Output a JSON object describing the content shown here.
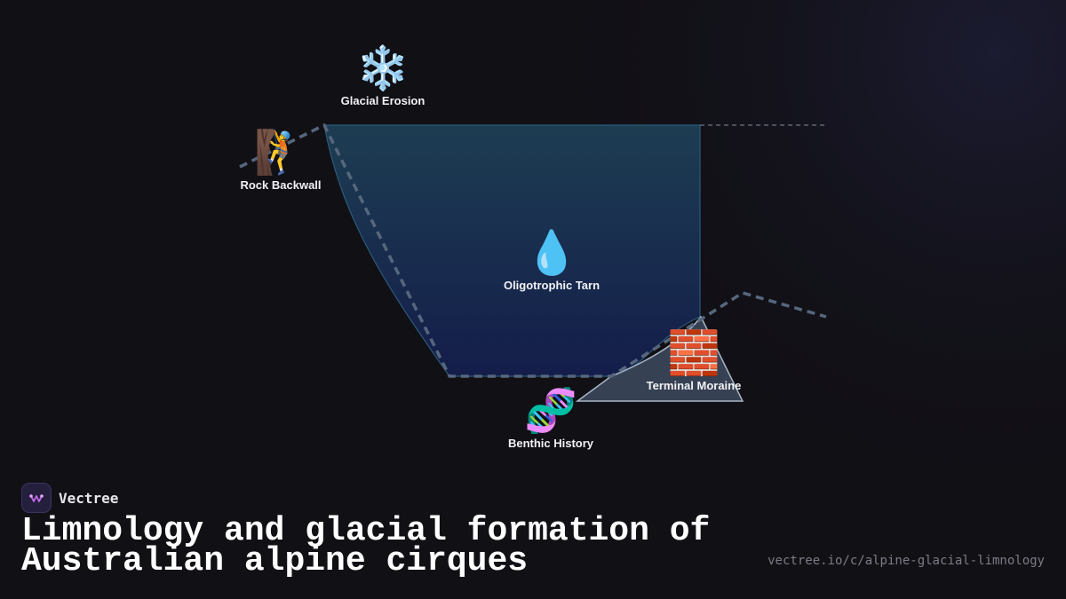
{
  "diagram": {
    "nodes": [
      {
        "id": "glacial-erosion",
        "icon": "snowflake-icon",
        "glyph": "❄️",
        "label": "Glacial Erosion"
      },
      {
        "id": "rock-backwall",
        "icon": "rock-climber-icon",
        "glyph": "🧗",
        "label": "Rock Backwall"
      },
      {
        "id": "oligotrophic-tarn",
        "icon": "droplet-icon",
        "glyph": "💧",
        "label": "Oligotrophic Tarn"
      },
      {
        "id": "terminal-moraine",
        "icon": "brick-icon",
        "glyph": "🧱",
        "label": "Terminal Moraine"
      },
      {
        "id": "benthic-history",
        "icon": "dna-icon",
        "glyph": "🧬",
        "label": "Benthic History"
      }
    ],
    "colors": {
      "tarn_top": "#1d3d52",
      "tarn_bottom": "#141d4a",
      "tarn_edge": "#2b5b7c",
      "moraine_fill": "#3d4a5e",
      "moraine_edge": "#aab6c6",
      "profile_line": "#56677d",
      "waterline": "#6a7585"
    }
  },
  "brand": {
    "name": "Vectree"
  },
  "footer": {
    "title": "Limnology and glacial formation of Australian alpine cirques",
    "url": "vectree.io/c/alpine-glacial-limnology"
  },
  "theme": {
    "background": "#111015",
    "accent": "#c06be8"
  }
}
